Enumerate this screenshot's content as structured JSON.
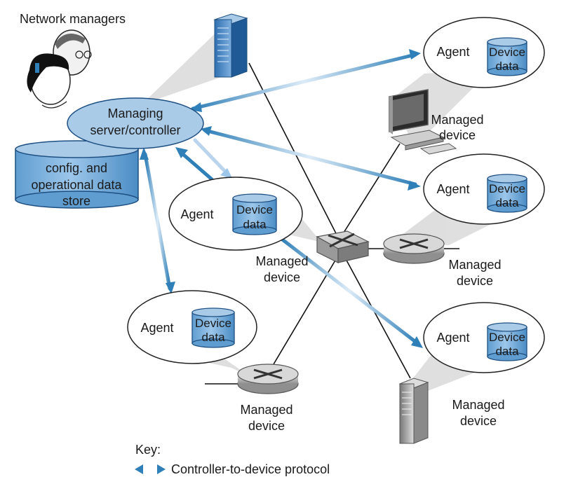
{
  "managers": {
    "label": "Network managers"
  },
  "controller": {
    "line1": "Managing",
    "line2": "server/controller"
  },
  "datastore": {
    "line1": "config. and",
    "line2": "operational data",
    "line3": "store"
  },
  "agents": [
    {
      "agent_label": "Agent",
      "data_line1": "Device",
      "data_line2": "data"
    },
    {
      "agent_label": "Agent",
      "data_line1": "Device",
      "data_line2": "data"
    },
    {
      "agent_label": "Agent",
      "data_line1": "Device",
      "data_line2": "data"
    },
    {
      "agent_label": "Agent",
      "data_line1": "Device",
      "data_line2": "data"
    },
    {
      "agent_label": "Agent",
      "data_line1": "Device",
      "data_line2": "data"
    }
  ],
  "devices": [
    {
      "line1": "Managed",
      "line2": "device"
    },
    {
      "line1": "Managed",
      "line2": "device"
    },
    {
      "line1": "Managed",
      "line2": "device"
    },
    {
      "line1": "Managed",
      "line2": "device"
    },
    {
      "line1": "Managed",
      "line2": "device"
    }
  ],
  "key": {
    "title": "Key:",
    "protocol_label": "Controller-to-device protocol"
  },
  "colors": {
    "accent_blue": "#2f7fb8",
    "light_blue": "#a9cbe8",
    "cylinder_blue": "#7fb2dc",
    "cone_gray": "#d0d0d0"
  }
}
